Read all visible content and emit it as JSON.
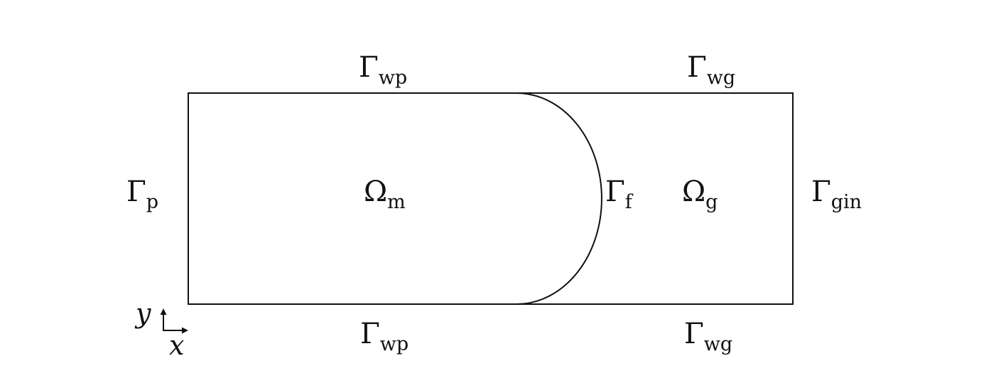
{
  "labels": {
    "gamma_wp_top": {
      "main": "Γ",
      "sub": "wp"
    },
    "gamma_wg_top": {
      "main": "Γ",
      "sub": "wg"
    },
    "gamma_p": {
      "main": "Γ",
      "sub": "p"
    },
    "omega_m": {
      "main": "Ω",
      "sub": "m"
    },
    "gamma_f": {
      "main": "Γ",
      "sub": "f"
    },
    "omega_g": {
      "main": "Ω",
      "sub": "g"
    },
    "gamma_gin": {
      "main": "Γ",
      "sub": "gin"
    },
    "gamma_wp_bottom": {
      "main": "Γ",
      "sub": "wp"
    },
    "gamma_wg_bottom": {
      "main": "Γ",
      "sub": "wg"
    }
  },
  "axes": {
    "y_label": "y",
    "x_label": "x"
  },
  "colors": {
    "stroke": "#111111",
    "background": "#ffffff"
  }
}
